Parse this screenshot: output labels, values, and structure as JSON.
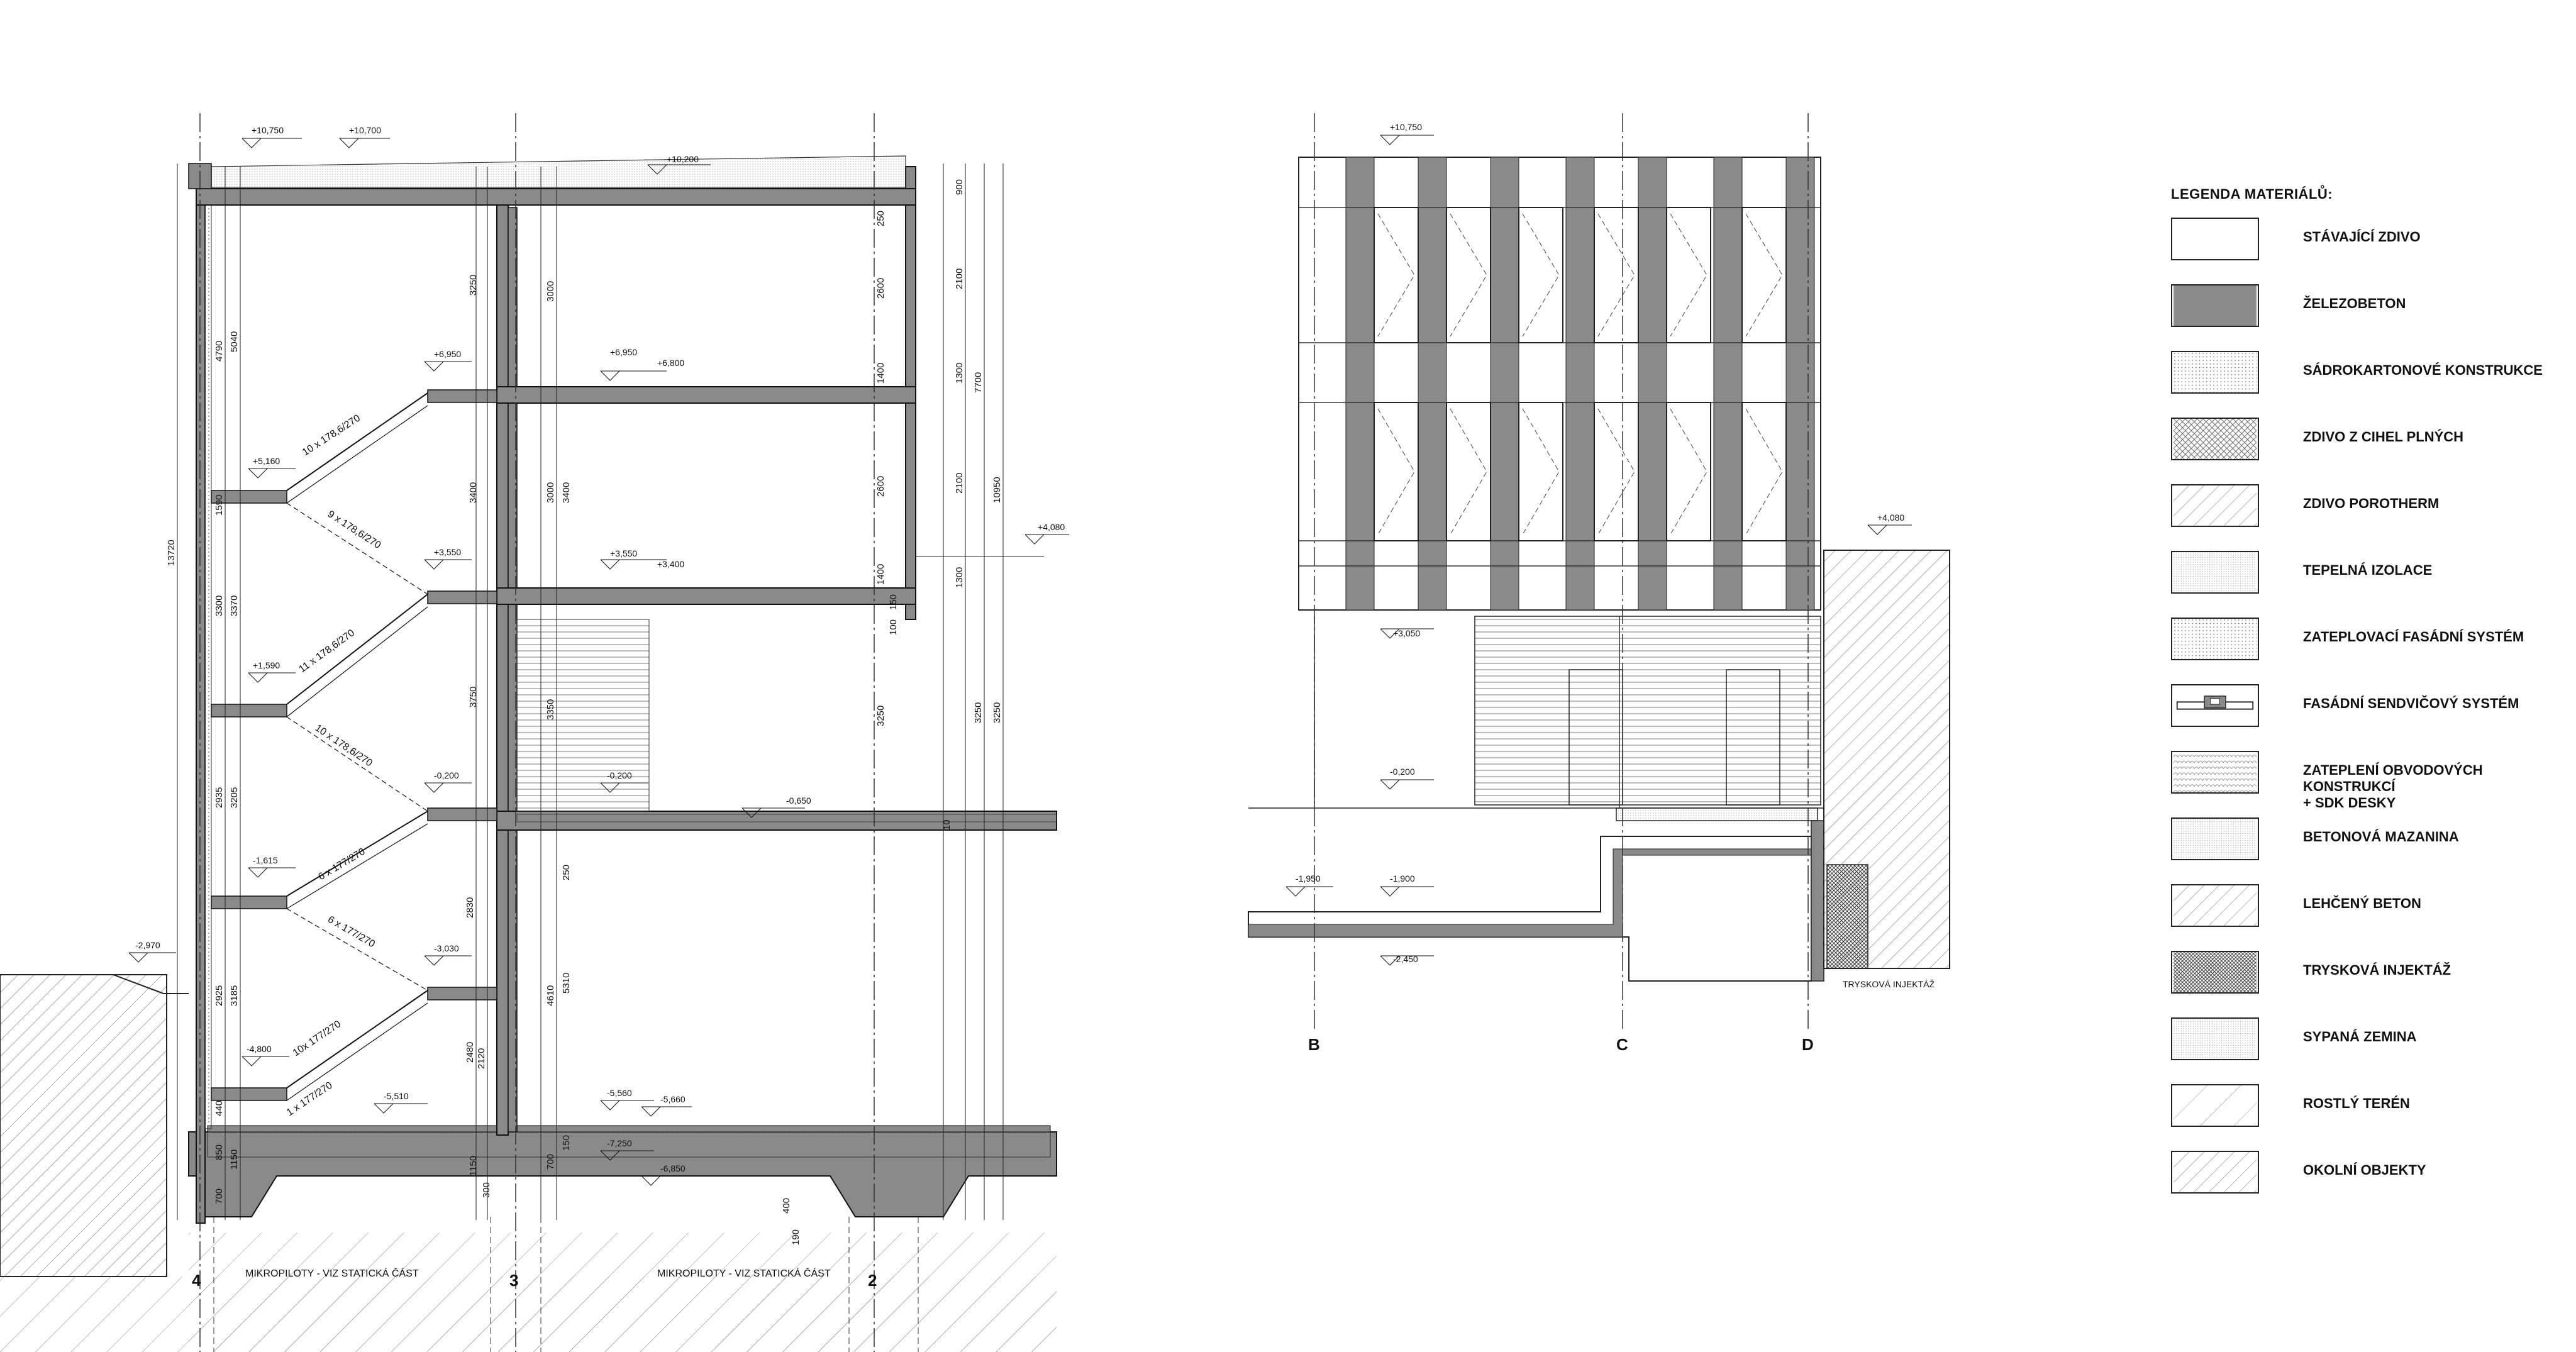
{
  "legend": {
    "title": "LEGENDA MATERIÁLŮ:",
    "items": [
      {
        "label": "STÁVAJÍCÍ ZDIVO",
        "pattern": "blank"
      },
      {
        "label": "ŽELEZOBETON",
        "pattern": "solid"
      },
      {
        "label": "SÁDROKARTONOVÉ KONSTRUKCE",
        "pattern": "dots"
      },
      {
        "label": "ZDIVO Z CIHEL PLNÝCH",
        "pattern": "crosshatch"
      },
      {
        "label": "ZDIVO POROTHERM",
        "pattern": "diagonal"
      },
      {
        "label": "TEPELNÁ IZOLACE",
        "pattern": "finedots"
      },
      {
        "label": "ZATEPLOVACÍ FASÁDNÍ SYSTÉM",
        "pattern": "dots"
      },
      {
        "label": "FASÁDNÍ SENDVIČOVÝ SYSTÉM",
        "pattern": "sandwich"
      },
      {
        "label": "ZATEPLENÍ OBVODOVÝCH KONSTRUKCÍ\n+ SDK DESKY",
        "pattern": "scallop"
      },
      {
        "label": "BETONOVÁ MAZANINA",
        "pattern": "finedots"
      },
      {
        "label": "LEHČENÝ BETON",
        "pattern": "diagonal"
      },
      {
        "label": "TRYSKOVÁ INJEKTÁŽ",
        "pattern": "densecross"
      },
      {
        "label": "SYPANÁ ZEMINA",
        "pattern": "finedots"
      },
      {
        "label": "ROSTLÝ TERÉN",
        "pattern": "sparsediag"
      },
      {
        "label": "OKOLNÍ OBJEKTY",
        "pattern": "diagonal"
      }
    ]
  },
  "section": {
    "levels": {
      "roof_top": "+10,750",
      "roof_edge": "+10,700",
      "roof_slab": "+10,200",
      "floor3_a": "+6,950",
      "floor3_b": "+6,800",
      "landing_upper": "+5,160",
      "floor2_a": "+3,550",
      "floor2_b": "+3,400",
      "landing_mid": "+1,590",
      "ground_a": "-0,200",
      "ground_b": "-0,200",
      "ground_c": "-0,650",
      "landing_lower": "-1,615",
      "terrain": "-2,970",
      "basement1": "-3,030",
      "landing_base": "-4,800",
      "basement2": "-5,510",
      "base_floor_a": "-5,560",
      "base_floor_b": "-5,660",
      "base_slab": "-7,250",
      "base_bottom": "-6,850",
      "side_level": "+4,080"
    },
    "flights": [
      "10 x 178,6/270",
      "9 x 178,6/270",
      "11 x 178,6/270",
      "10 x 178,6/270",
      "6 x 177/270",
      "6 x 177/270",
      "10x 177/270",
      "1 x 177/270"
    ],
    "dims_left": [
      "13720",
      "5040",
      "4790",
      "3370",
      "3300",
      "3205",
      "2935",
      "3185",
      "2925",
      "2830",
      "2480",
      "2120",
      "1150",
      "850",
      "700",
      "1590",
      "440"
    ],
    "dims_right": [
      "900",
      "2100",
      "1300",
      "2100",
      "1300",
      "7700",
      "10950",
      "3250",
      "3250",
      "2600",
      "2600",
      "250",
      "1400",
      "1400",
      "3250",
      "100",
      "150"
    ],
    "dims_mid": [
      "3250",
      "3000",
      "3400",
      "3000",
      "3400",
      "3750",
      "3350",
      "4610",
      "5310",
      "250",
      "150",
      "700",
      "1150",
      "300",
      "400",
      "190",
      "10"
    ],
    "axes": [
      "4",
      "3",
      "2"
    ],
    "notes": [
      "MIKROPILOTY - VIZ STATICKÁ ČÁST",
      "MIKROPILOTY - VIZ STATICKÁ ČÁST"
    ]
  },
  "elevation": {
    "levels": {
      "top": "+10,750",
      "first": "+3,050",
      "ground": "-0,200",
      "side": "+4,080",
      "low_a": "-1,950",
      "low_b": "-1,900",
      "bottom": "-2,450"
    },
    "axes": [
      "B",
      "C",
      "D"
    ],
    "note": "TRYSKOVÁ INJEKTÁŽ"
  },
  "colors": {
    "concrete": "#8a8a8a",
    "line": "#1a1a1a",
    "hatch": "#555555"
  }
}
